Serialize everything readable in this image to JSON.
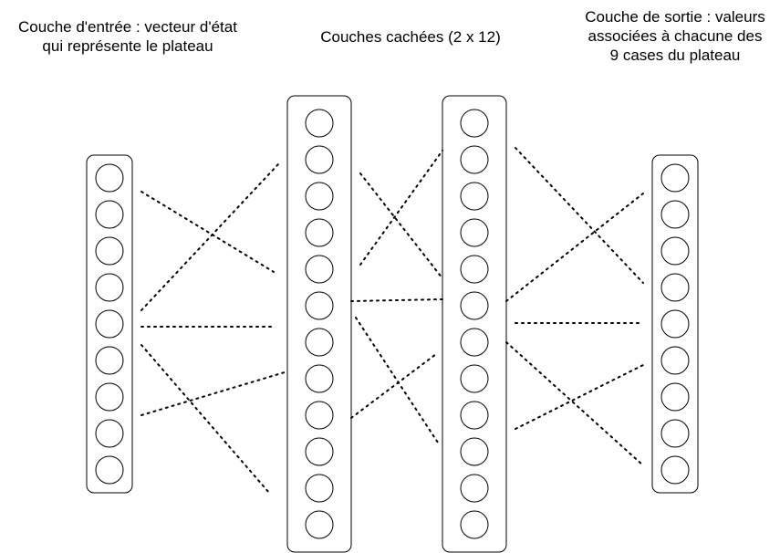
{
  "labels": {
    "input": {
      "line1": "Couche d'entrée : vecteur d'état",
      "line2": "qui représente le plateau"
    },
    "hidden": {
      "line1": "Couches cachées (2 x 12)"
    },
    "output": {
      "line1": "Couche de sortie : valeurs",
      "line2": "associées à chacune des",
      "line3": "9 cases du plateau"
    }
  },
  "layers": [
    {
      "name": "input",
      "neurons": 9
    },
    {
      "name": "hidden-1",
      "neurons": 12
    },
    {
      "name": "hidden-2",
      "neurons": 12
    },
    {
      "name": "output",
      "neurons": 9
    }
  ],
  "colors": {
    "stroke": "#000000",
    "background": "#ffffff"
  }
}
